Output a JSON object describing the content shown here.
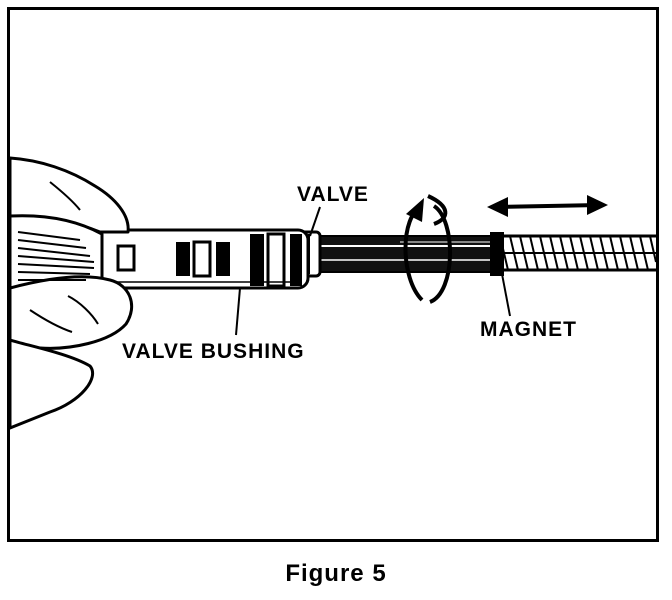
{
  "labels": {
    "valve": "VALVE",
    "valve_bushing": "VALVE BUSHING",
    "magnet": "MAGNET"
  },
  "caption": "Figure 5"
}
